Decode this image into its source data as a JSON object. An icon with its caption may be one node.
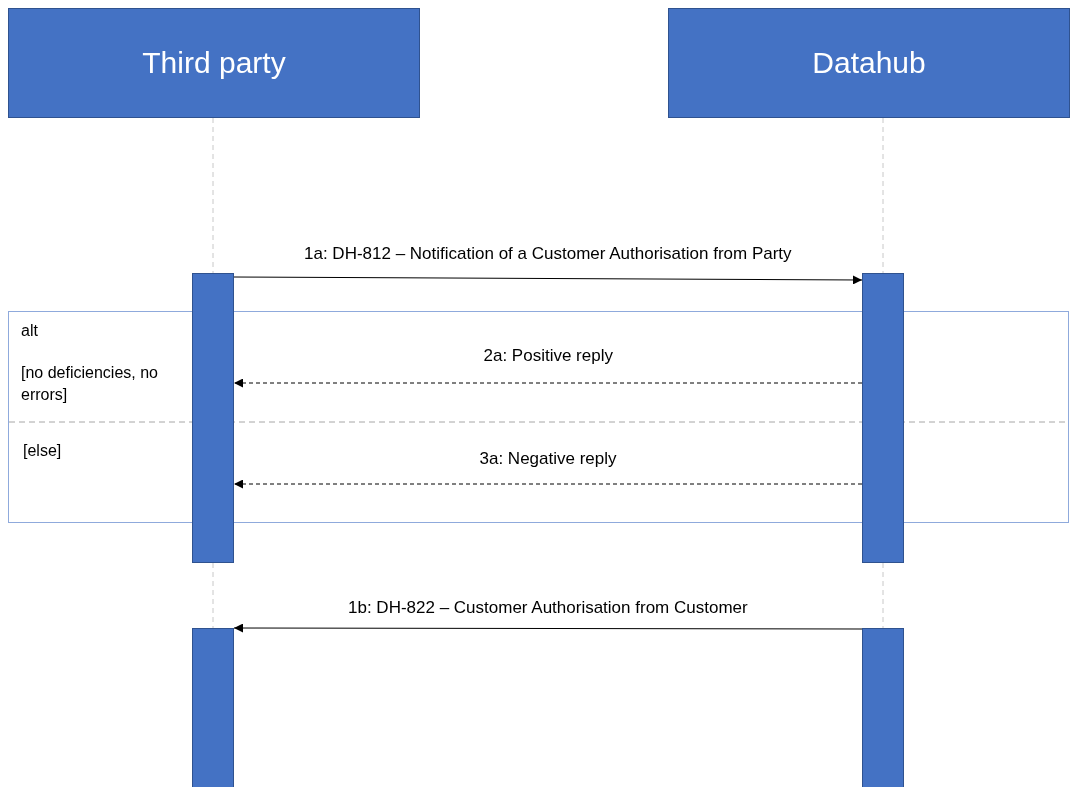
{
  "diagram": {
    "nodes": [
      {
        "text": [
          "Third party"
        ]
      },
      {
        "text": [
          "Datahub"
        ]
      },
      {
        "text": [
          "alt",
          "[no deficiencies, no errors]",
          "[else]"
        ]
      },
      {
        "text": [],
        "shape": "bar"
      },
      {
        "text": [],
        "shape": "bar"
      },
      {
        "text": [],
        "shape": "bar"
      },
      {
        "text": [],
        "shape": "bar"
      }
    ],
    "edges": [
      {
        "from": 3,
        "to": 4,
        "arrow": "to",
        "label": "1a: DH-812 – Notification of a Customer Authorisation from Party"
      },
      {
        "from": 4,
        "to": 3,
        "arrow": "to",
        "label": "2a: Positive reply",
        "style": "dashed"
      },
      {
        "from": 4,
        "to": 3,
        "arrow": "to",
        "label": "3a: Negative reply",
        "style": "dashed"
      },
      {
        "from": 6,
        "to": 5,
        "arrow": "to",
        "label": "1b: DH-822 – Customer Authorisation from Customer"
      },
      {
        "from": 0,
        "to": 3,
        "arrow": "none",
        "style": "dashed",
        "color": "#c8c8c8"
      },
      {
        "from": 3,
        "to": 5,
        "arrow": "none",
        "style": "dashed",
        "color": "#c8c8c8"
      },
      {
        "from": 1,
        "to": 4,
        "arrow": "none",
        "style": "dashed",
        "color": "#c8c8c8"
      },
      {
        "from": 4,
        "to": 6,
        "arrow": "none",
        "style": "dashed",
        "color": "#c8c8c8"
      }
    ]
  }
}
